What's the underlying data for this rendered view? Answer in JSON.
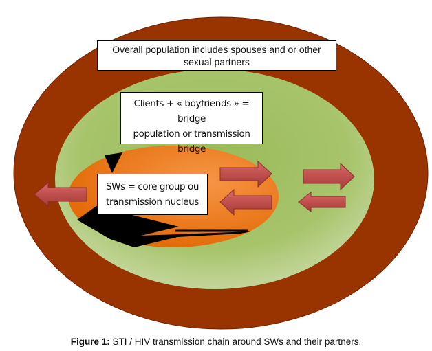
{
  "diagram": {
    "title": "STI / HIV transmission chain around SWs and their partners",
    "levels": [
      {
        "id": "overall",
        "label": "Overall population includes spouses and or other sexual partners",
        "color": "#993300"
      },
      {
        "id": "bridge",
        "label": "Clients + « boyfriends » = bridge population or transmission bridge",
        "color": "#9bbb59"
      },
      {
        "id": "core",
        "label": "SWs = core group ou transmission nucleus",
        "color": "#e46c0a"
      }
    ],
    "arrows": [
      {
        "id": "core-to-overall-left",
        "direction": "left"
      },
      {
        "id": "core-to-bridge",
        "direction": "right"
      },
      {
        "id": "bridge-to-core",
        "direction": "left"
      },
      {
        "id": "bridge-to-overall",
        "direction": "right"
      },
      {
        "id": "overall-to-bridge",
        "direction": "left"
      }
    ],
    "arrow_color": "#c0504d"
  },
  "boxes": {
    "outer_line1": "Overall population includes spouses and or other",
    "outer_line2": "sexual partners",
    "middle_line1": "Clients + « boyfriends » = bridge",
    "middle_line2": "population or transmission",
    "middle_line3": "bridge",
    "inner_line1": "SWs = core group ou",
    "inner_line2": "transmission nucleus"
  },
  "caption": {
    "label": "Figure 1:",
    "text": " STI / HIV transmission chain around SWs and their partners."
  }
}
